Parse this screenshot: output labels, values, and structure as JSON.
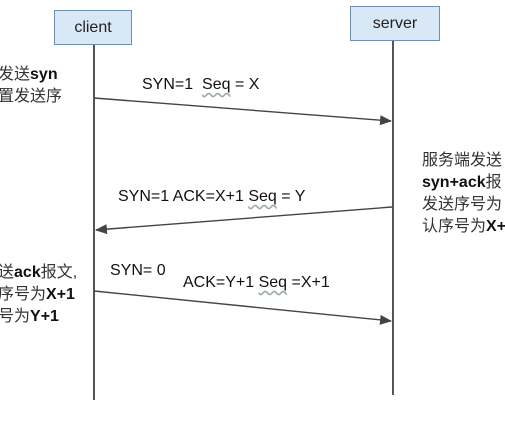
{
  "actors": {
    "client": "client",
    "server": "server"
  },
  "messages": [
    {
      "parts": [
        "SYN=1",
        "Seq",
        " = X"
      ]
    },
    {
      "parts": [
        "SYN=1  ACK=X+1 ",
        "Seq",
        " = Y"
      ]
    },
    {
      "parts": [
        "SYN= 0",
        "ACK=Y+1 ",
        "Seq",
        " =X+1"
      ]
    }
  ],
  "notes": {
    "left_top": {
      "line1": "发送",
      "line1_bold": "syn",
      "line2": "置发送序"
    },
    "right_mid": {
      "line1": "服务端发送",
      "line2_bold": "syn+ack",
      "line2": "报",
      "line3": "发送序号为",
      "line4": "认序号为",
      "line4_bold": "X+"
    },
    "left_bottom": {
      "line1": "送",
      "line1_bold": "ack",
      "line1b": "报文,",
      "line2": "序号为",
      "line2_bold": "X+1",
      "line3": "号为",
      "line3_bold": "Y+1"
    }
  },
  "colors": {
    "actor_fill": "#d9e8f7",
    "actor_border": "#6f8fb1",
    "line": "#555555"
  }
}
